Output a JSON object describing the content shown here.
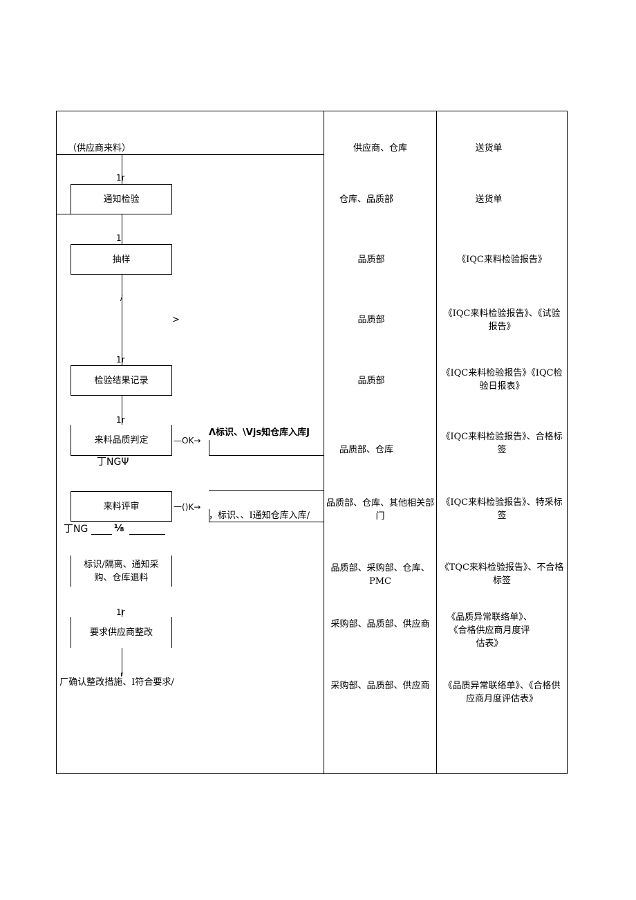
{
  "flow": {
    "start": "（供应商来料）",
    "notify": "通知检验",
    "sample": "抽样",
    "mid_mark": ">",
    "slash_mark": "/",
    "record": "检验结果记录",
    "judge": "来料品质判定",
    "judge_ok": "—OK→",
    "judge_ok_action": "Λ标识、\\Vjs知仓库入库J",
    "judge_ng": "丁NGΨ",
    "review": "来料评审",
    "review_ok": "一()K→",
    "review_ok_action": "，标识、、I通知仓库入库/",
    "review_ng": "丁NG",
    "review_ng_mark": "⅛",
    "reject": "标识/隔离、通知采购、仓库退料",
    "rectify": "要求供应商整改",
    "confirm": "厂确认整改措施、I符合要求/",
    "step_marks": [
      "1r",
      "1",
      "1r",
      "1r",
      "1r",
      "r"
    ]
  },
  "departments": [
    "供应商、仓库",
    "仓库、品质部",
    "品质部",
    "品质部",
    "品质部",
    "品质部、仓库",
    "品质部、仓库、其他相关部门",
    "品质部、采购部、仓库、PMC",
    "采购部、品质部、供应商",
    "采购部、品质部、供应商"
  ],
  "documents": [
    "送货单",
    "送货单",
    "《IQC来料检验报告》",
    "《IQC来料检验报告》、《试验报告》",
    "《IQC来料检验报告》《IQC检验日报表》",
    "《IQC来料检验报告》、合格标签",
    "《IQC来料检验报告》、特采标签",
    "《TQC来料检验报告》、不合格标签",
    "《品质异常联络单》、《合格供应商月度评估表》",
    "《品质异常联络单》、《合格供应商月度评估表》"
  ]
}
